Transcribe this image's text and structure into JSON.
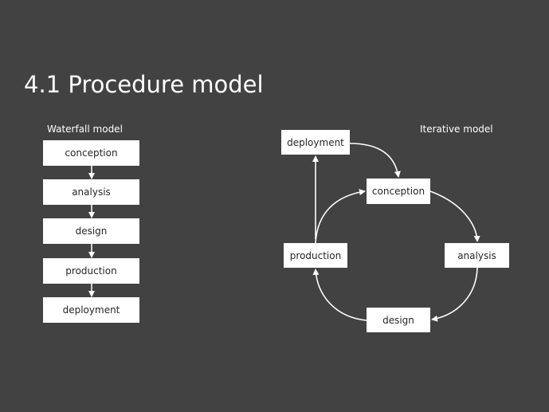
{
  "title": "4.1 Procedure model",
  "waterfall": {
    "label": "Waterfall model",
    "steps": [
      "conception",
      "analysis",
      "design",
      "production",
      "deployment"
    ]
  },
  "iterative": {
    "label": "Iterative model",
    "steps": {
      "deployment": "deployment",
      "conception": "conception",
      "analysis": "analysis",
      "design": "design",
      "production": "production"
    }
  },
  "colors": {
    "background": "#424242",
    "box_fill": "#ffffff",
    "box_text": "#262626",
    "connector": "#ffffff"
  }
}
